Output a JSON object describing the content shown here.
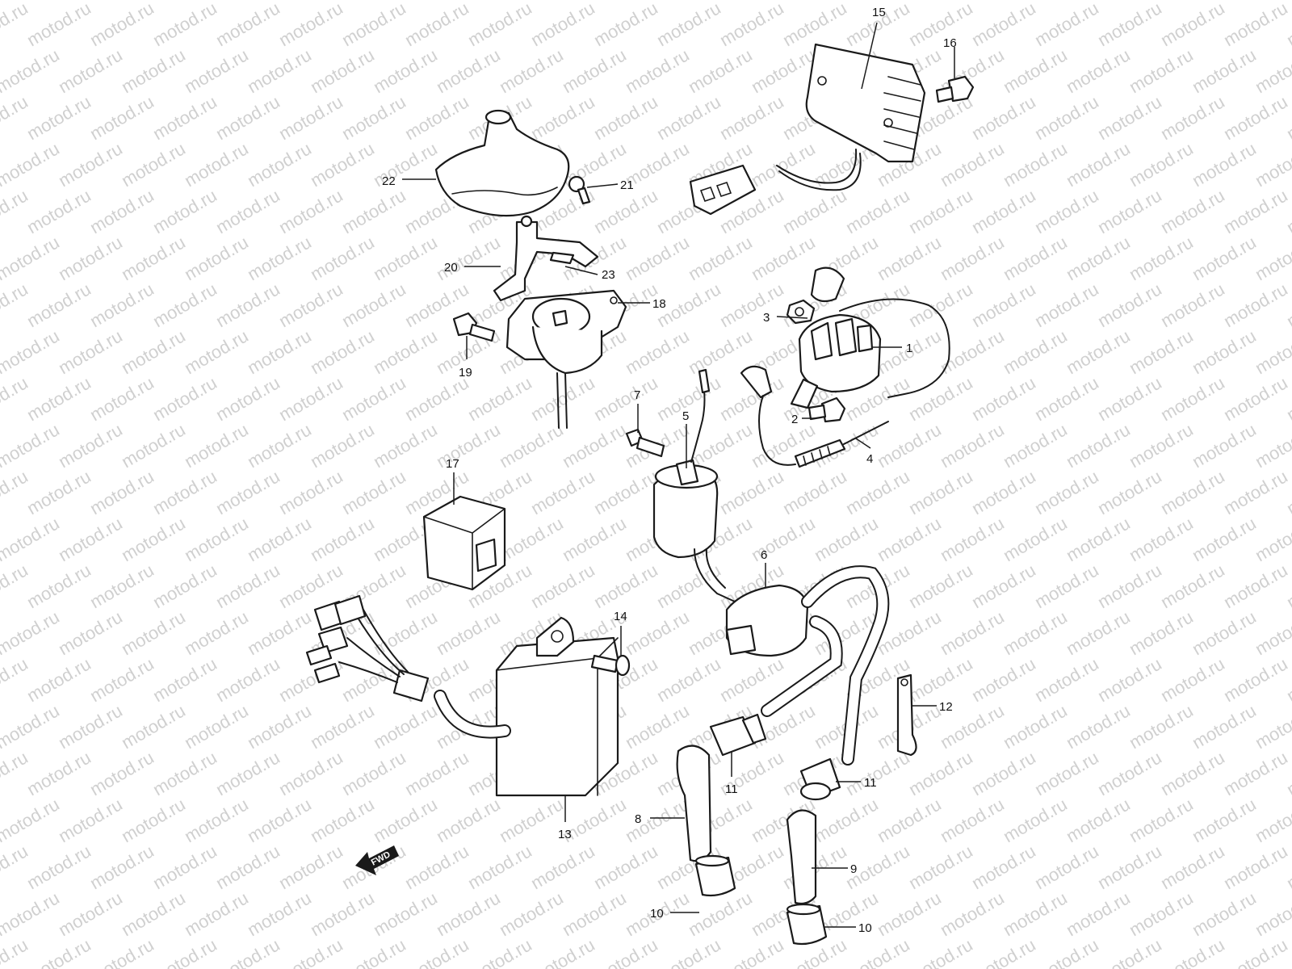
{
  "watermark": "motod.ru",
  "fwd_label": "FWD",
  "callouts": {
    "c1": "1",
    "c2": "2",
    "c3": "3",
    "c4": "4",
    "c5": "5",
    "c6": "6",
    "c7": "7",
    "c8": "8",
    "c9": "9",
    "c10a": "10",
    "c10b": "10",
    "c11a": "11",
    "c11b": "11",
    "c12": "12",
    "c13": "13",
    "c14": "14",
    "c15": "15",
    "c16": "16",
    "c17": "17",
    "c18": "18",
    "c19": "19",
    "c20": "20",
    "c21": "21",
    "c22": "22",
    "c23": "23"
  },
  "colors": {
    "line": "#1a1a1a",
    "watermark": "#c8c8c8",
    "background": "#ffffff"
  }
}
